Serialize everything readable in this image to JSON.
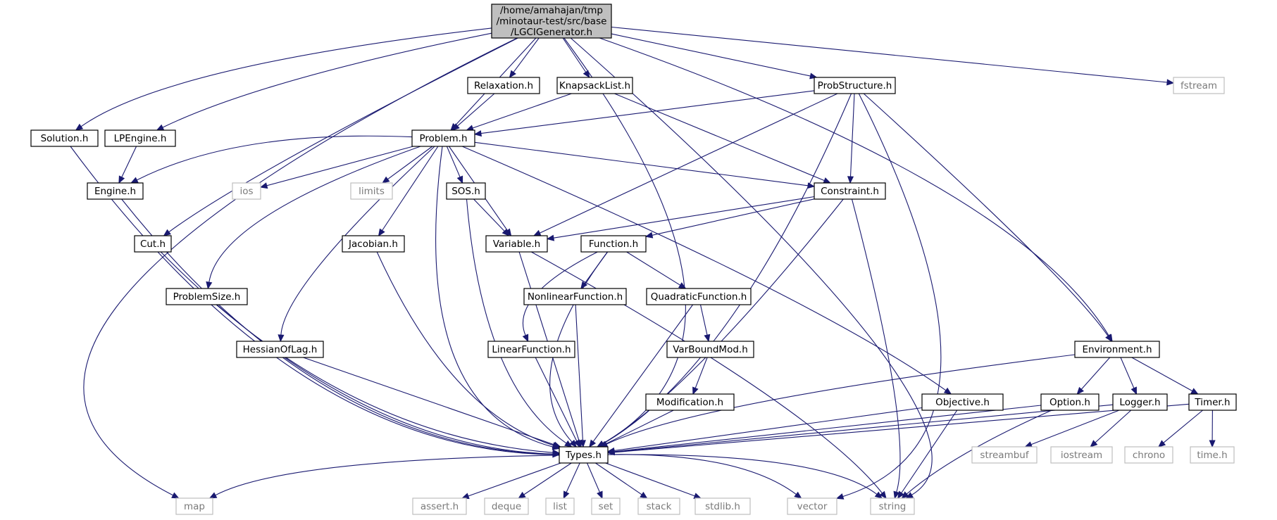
{
  "title": "Include dependency graph for LGCIGenerator.h",
  "colors": {
    "edge": "#191970",
    "node_border": "#000000",
    "external_border": "#bfbfbf",
    "root_fill": "#bfbfbf"
  },
  "nodes": [
    {
      "id": "root",
      "lines": [
        "/home/amahajan/tmp",
        "/minotaur-test/src/base",
        "/LGCIGenerator.h"
      ],
      "kind": "root"
    },
    {
      "id": "relaxation",
      "lines": [
        "Relaxation.h"
      ],
      "kind": "file"
    },
    {
      "id": "knapsack",
      "lines": [
        "KnapsackList.h"
      ],
      "kind": "file"
    },
    {
      "id": "probstructure",
      "lines": [
        "ProbStructure.h"
      ],
      "kind": "file"
    },
    {
      "id": "fstream",
      "lines": [
        "fstream"
      ],
      "kind": "external"
    },
    {
      "id": "solution",
      "lines": [
        "Solution.h"
      ],
      "kind": "file"
    },
    {
      "id": "lpengine",
      "lines": [
        "LPEngine.h"
      ],
      "kind": "file"
    },
    {
      "id": "problem",
      "lines": [
        "Problem.h"
      ],
      "kind": "file"
    },
    {
      "id": "engine",
      "lines": [
        "Engine.h"
      ],
      "kind": "file"
    },
    {
      "id": "ios",
      "lines": [
        "ios"
      ],
      "kind": "external"
    },
    {
      "id": "limits",
      "lines": [
        "limits"
      ],
      "kind": "external"
    },
    {
      "id": "sos",
      "lines": [
        "SOS.h"
      ],
      "kind": "file"
    },
    {
      "id": "constraint",
      "lines": [
        "Constraint.h"
      ],
      "kind": "file"
    },
    {
      "id": "cut",
      "lines": [
        "Cut.h"
      ],
      "kind": "file"
    },
    {
      "id": "jacobian",
      "lines": [
        "Jacobian.h"
      ],
      "kind": "file"
    },
    {
      "id": "variable",
      "lines": [
        "Variable.h"
      ],
      "kind": "file"
    },
    {
      "id": "function",
      "lines": [
        "Function.h"
      ],
      "kind": "file"
    },
    {
      "id": "problemsize",
      "lines": [
        "ProblemSize.h"
      ],
      "kind": "file"
    },
    {
      "id": "nonlinear",
      "lines": [
        "NonlinearFunction.h"
      ],
      "kind": "file"
    },
    {
      "id": "quadratic",
      "lines": [
        "QuadraticFunction.h"
      ],
      "kind": "file"
    },
    {
      "id": "hessian",
      "lines": [
        "HessianOfLag.h"
      ],
      "kind": "file"
    },
    {
      "id": "linear",
      "lines": [
        "LinearFunction.h"
      ],
      "kind": "file"
    },
    {
      "id": "varbound",
      "lines": [
        "VarBoundMod.h"
      ],
      "kind": "file"
    },
    {
      "id": "environment",
      "lines": [
        "Environment.h"
      ],
      "kind": "file"
    },
    {
      "id": "modification",
      "lines": [
        "Modification.h"
      ],
      "kind": "file"
    },
    {
      "id": "objective",
      "lines": [
        "Objective.h"
      ],
      "kind": "file"
    },
    {
      "id": "option",
      "lines": [
        "Option.h"
      ],
      "kind": "file"
    },
    {
      "id": "logger",
      "lines": [
        "Logger.h"
      ],
      "kind": "file"
    },
    {
      "id": "timer",
      "lines": [
        "Timer.h"
      ],
      "kind": "file"
    },
    {
      "id": "types",
      "lines": [
        "Types.h"
      ],
      "kind": "file"
    },
    {
      "id": "streambuf",
      "lines": [
        "streambuf"
      ],
      "kind": "external"
    },
    {
      "id": "iostream",
      "lines": [
        "iostream"
      ],
      "kind": "external"
    },
    {
      "id": "chrono",
      "lines": [
        "chrono"
      ],
      "kind": "external"
    },
    {
      "id": "timeh",
      "lines": [
        "time.h"
      ],
      "kind": "external"
    },
    {
      "id": "map",
      "lines": [
        "map"
      ],
      "kind": "external"
    },
    {
      "id": "asserth",
      "lines": [
        "assert.h"
      ],
      "kind": "external"
    },
    {
      "id": "deque",
      "lines": [
        "deque"
      ],
      "kind": "external"
    },
    {
      "id": "list",
      "lines": [
        "list"
      ],
      "kind": "external"
    },
    {
      "id": "set",
      "lines": [
        "set"
      ],
      "kind": "external"
    },
    {
      "id": "stack",
      "lines": [
        "stack"
      ],
      "kind": "external"
    },
    {
      "id": "stdlibh",
      "lines": [
        "stdlib.h"
      ],
      "kind": "external"
    },
    {
      "id": "vector",
      "lines": [
        "vector"
      ],
      "kind": "external"
    },
    {
      "id": "string",
      "lines": [
        "string"
      ],
      "kind": "external"
    }
  ],
  "edges": [
    [
      "root",
      "relaxation"
    ],
    [
      "root",
      "knapsack"
    ],
    [
      "root",
      "probstructure"
    ],
    [
      "root",
      "fstream"
    ],
    [
      "root",
      "solution"
    ],
    [
      "root",
      "lpengine"
    ],
    [
      "root",
      "problem"
    ],
    [
      "root",
      "cut"
    ],
    [
      "root",
      "environment"
    ],
    [
      "root",
      "types"
    ],
    [
      "root",
      "map"
    ],
    [
      "root",
      "string"
    ],
    [
      "relaxation",
      "problem"
    ],
    [
      "knapsack",
      "problem"
    ],
    [
      "knapsack",
      "constraint"
    ],
    [
      "probstructure",
      "problem"
    ],
    [
      "probstructure",
      "constraint"
    ],
    [
      "probstructure",
      "variable"
    ],
    [
      "probstructure",
      "environment"
    ],
    [
      "probstructure",
      "types"
    ],
    [
      "probstructure",
      "vector"
    ],
    [
      "solution",
      "types"
    ],
    [
      "lpengine",
      "engine"
    ],
    [
      "engine",
      "types"
    ],
    [
      "cut",
      "types"
    ],
    [
      "problem",
      "engine"
    ],
    [
      "problem",
      "ios"
    ],
    [
      "problem",
      "limits"
    ],
    [
      "problem",
      "sos"
    ],
    [
      "problem",
      "constraint"
    ],
    [
      "problem",
      "jacobian"
    ],
    [
      "problem",
      "variable"
    ],
    [
      "problem",
      "problemsize"
    ],
    [
      "problem",
      "hessian"
    ],
    [
      "problem",
      "objective"
    ],
    [
      "problem",
      "types"
    ],
    [
      "sos",
      "variable"
    ],
    [
      "sos",
      "types"
    ],
    [
      "constraint",
      "variable"
    ],
    [
      "constraint",
      "function"
    ],
    [
      "constraint",
      "types"
    ],
    [
      "constraint",
      "string"
    ],
    [
      "jacobian",
      "types"
    ],
    [
      "variable",
      "types"
    ],
    [
      "variable",
      "string"
    ],
    [
      "function",
      "nonlinear"
    ],
    [
      "function",
      "quadratic"
    ],
    [
      "function",
      "linear"
    ],
    [
      "function",
      "types"
    ],
    [
      "problemsize",
      "types"
    ],
    [
      "nonlinear",
      "types"
    ],
    [
      "quadratic",
      "varbound"
    ],
    [
      "quadratic",
      "types"
    ],
    [
      "hessian",
      "types"
    ],
    [
      "linear",
      "types"
    ],
    [
      "varbound",
      "modification"
    ],
    [
      "modification",
      "types"
    ],
    [
      "environment",
      "option"
    ],
    [
      "environment",
      "logger"
    ],
    [
      "environment",
      "timer"
    ],
    [
      "environment",
      "types"
    ],
    [
      "objective",
      "types"
    ],
    [
      "objective",
      "string"
    ],
    [
      "option",
      "types"
    ],
    [
      "option",
      "string"
    ],
    [
      "logger",
      "types"
    ],
    [
      "logger",
      "streambuf"
    ],
    [
      "logger",
      "iostream"
    ],
    [
      "timer",
      "types"
    ],
    [
      "timer",
      "chrono"
    ],
    [
      "timer",
      "timeh"
    ],
    [
      "types",
      "map"
    ],
    [
      "types",
      "asserth"
    ],
    [
      "types",
      "deque"
    ],
    [
      "types",
      "list"
    ],
    [
      "types",
      "set"
    ],
    [
      "types",
      "stack"
    ],
    [
      "types",
      "stdlibh"
    ],
    [
      "types",
      "vector"
    ],
    [
      "types",
      "string"
    ]
  ]
}
